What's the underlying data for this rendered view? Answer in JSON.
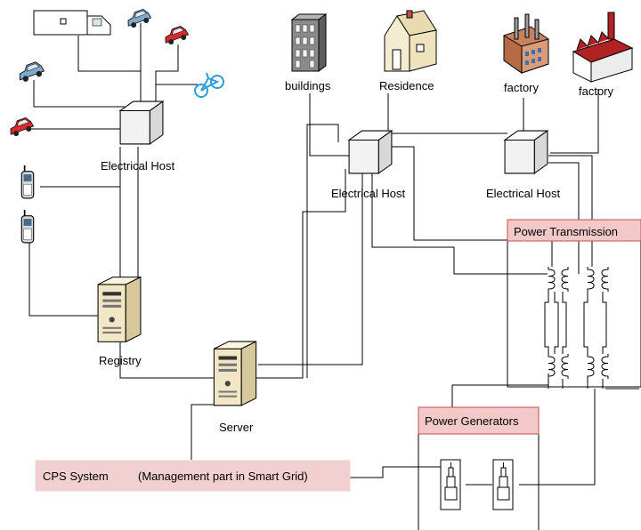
{
  "labels": {
    "electrical_host_left": "Electrical Host",
    "electrical_host_mid": "Electrical Host",
    "electrical_host_right": "Electrical Host",
    "buildings": "buildings",
    "residence": "Residence",
    "factory_1": "factory",
    "factory_2": "factory",
    "registry": "Registry",
    "server": "Server"
  },
  "power_transmission": {
    "title": "Power Transmission"
  },
  "power_generators": {
    "title": "Power Generators"
  },
  "cps": {
    "title": "CPS System",
    "subtitle": "(Management part in Smart Grid)"
  },
  "colors": {
    "header_fill": "#f2c8c8",
    "header_border": "#c0504d",
    "cps_fill": "#f2cfd0",
    "server_fill": "#f1e7c4",
    "host_fill": "#f2f2f2",
    "building_gray": "#8a8a8a",
    "house_wall": "#f4ecd0",
    "factory_red": "#b22222",
    "car_blue": "#7fa8c9",
    "car_red": "#d92b2b"
  },
  "icons": [
    "truck-icon",
    "car-icon",
    "bicycle-icon",
    "phone-icon",
    "building-icon",
    "house-icon",
    "factory-icon",
    "server-icon",
    "host-box-icon",
    "transformer-icon",
    "generator-icon"
  ]
}
